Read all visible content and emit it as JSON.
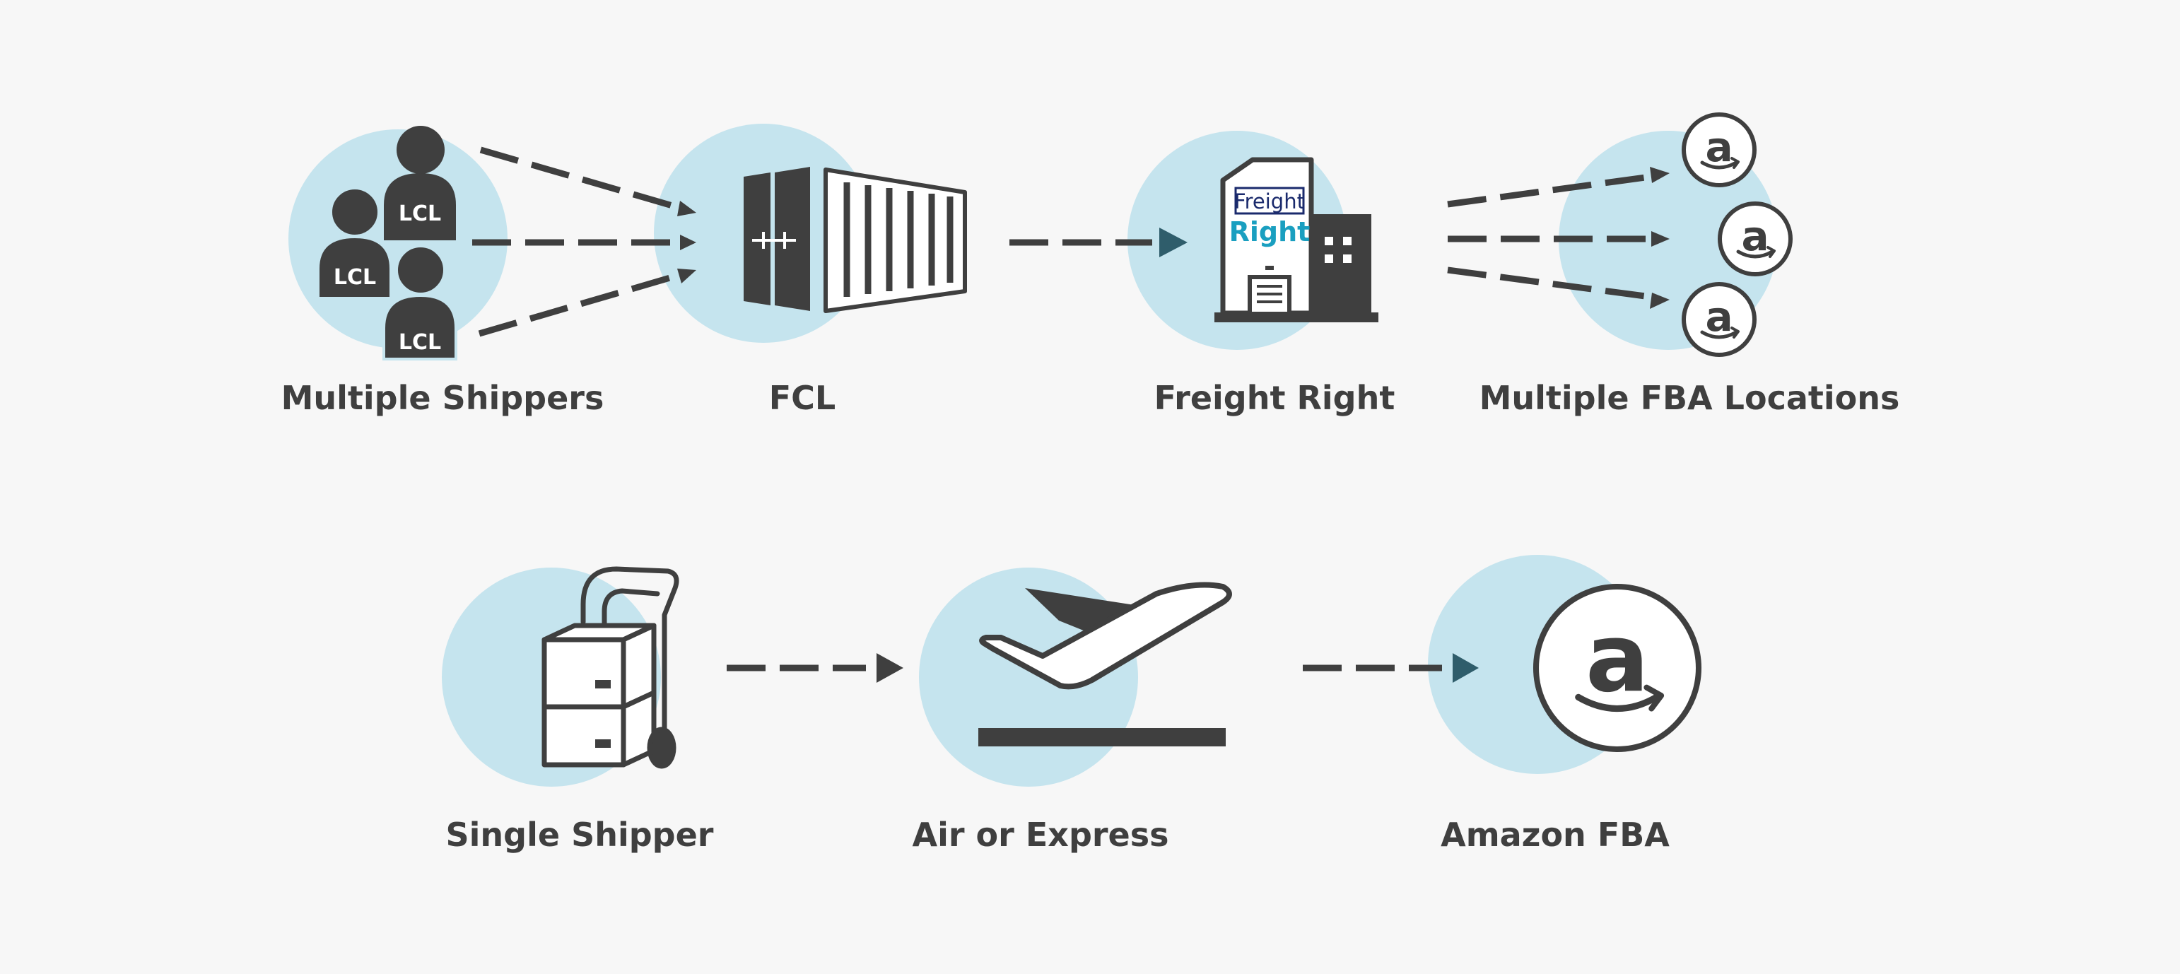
{
  "colors": {
    "background": "#f7f7f7",
    "circle": "#c5e4ee",
    "icon": "#3f3f3f",
    "arrow": "#3f3f3f",
    "arrow_head_teal": "#2f5d6b",
    "brand_blue": "#1a2a6c",
    "brand_teal": "#1a9fc0"
  },
  "row1": {
    "nodes": [
      {
        "label": "Multiple Shippers",
        "icon": "people-lcl-icon",
        "badges": [
          "LCL",
          "LCL",
          "LCL"
        ]
      },
      {
        "label": "FCL",
        "icon": "container-icon"
      },
      {
        "label": "Freight Right",
        "icon": "warehouse-building-icon",
        "logo_line1": "Freight",
        "logo_line2": "Right"
      },
      {
        "label": "Multiple FBA Locations",
        "icon": "amazon-logo-icon"
      }
    ]
  },
  "row2": {
    "nodes": [
      {
        "label": "Single Shipper",
        "icon": "hand-truck-boxes-icon"
      },
      {
        "label": "Air or Express",
        "icon": "airplane-takeoff-icon"
      },
      {
        "label": "Amazon FBA",
        "icon": "amazon-logo-icon"
      }
    ]
  },
  "amazon_glyph": "a"
}
